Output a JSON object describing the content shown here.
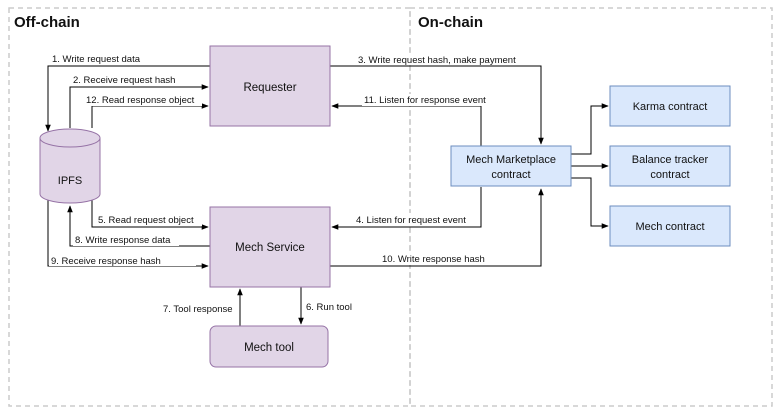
{
  "regions": {
    "offchain": "Off-chain",
    "onchain": "On-chain"
  },
  "nodes": {
    "requester": "Requester",
    "ipfs": "IPFS",
    "mech_service": "Mech Service",
    "mech_tool": "Mech tool",
    "marketplace_line1": "Mech Marketplace",
    "marketplace_line2": "contract",
    "karma": "Karma contract",
    "balance_line1": "Balance tracker",
    "balance_line2": "contract",
    "mech_contract": "Mech contract"
  },
  "edges": {
    "e1": "1. Write request data",
    "e2": "2. Receive request hash",
    "e3": "3. Write request hash, make payment",
    "e4": "4. Listen for request event",
    "e5": "5. Read request object",
    "e6": "6. Run tool",
    "e7": "7. Tool response",
    "e8": "8. Write response data",
    "e9": "9. Receive response hash",
    "e10": "10. Write response hash",
    "e11": "11. Listen for response event",
    "e12": "12. Read response object"
  },
  "colors": {
    "offchain_fill": "#e1d5e7",
    "offchain_stroke": "#9673a6",
    "onchain_fill": "#dae8fc",
    "onchain_stroke": "#6c8ebf",
    "region_border": "#cccccc"
  }
}
